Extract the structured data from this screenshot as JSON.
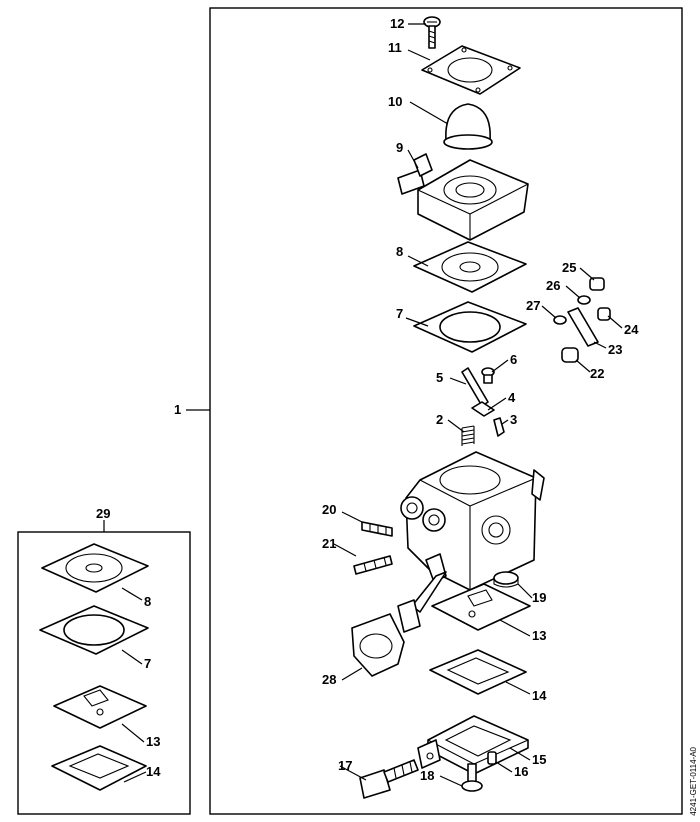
{
  "diagram": {
    "callouts": [
      {
        "id": "c12",
        "label": "12"
      },
      {
        "id": "c11",
        "label": "11"
      },
      {
        "id": "c10",
        "label": "10"
      },
      {
        "id": "c9",
        "label": "9"
      },
      {
        "id": "c8",
        "label": "8"
      },
      {
        "id": "c7",
        "label": "7"
      },
      {
        "id": "c6",
        "label": "6"
      },
      {
        "id": "c5",
        "label": "5"
      },
      {
        "id": "c4",
        "label": "4"
      },
      {
        "id": "c3",
        "label": "3"
      },
      {
        "id": "c2",
        "label": "2"
      },
      {
        "id": "c1",
        "label": "1"
      },
      {
        "id": "c25",
        "label": "25"
      },
      {
        "id": "c26",
        "label": "26"
      },
      {
        "id": "c27",
        "label": "27"
      },
      {
        "id": "c24",
        "label": "24"
      },
      {
        "id": "c23",
        "label": "23"
      },
      {
        "id": "c22",
        "label": "22"
      },
      {
        "id": "c20",
        "label": "20"
      },
      {
        "id": "c21",
        "label": "21"
      },
      {
        "id": "c19",
        "label": "19"
      },
      {
        "id": "c13",
        "label": "13"
      },
      {
        "id": "c28",
        "label": "28"
      },
      {
        "id": "c14",
        "label": "14"
      },
      {
        "id": "c15",
        "label": "15"
      },
      {
        "id": "c16",
        "label": "16"
      },
      {
        "id": "c17",
        "label": "17"
      },
      {
        "id": "c18",
        "label": "18"
      },
      {
        "id": "c29",
        "label": "29"
      },
      {
        "id": "k8",
        "label": "8"
      },
      {
        "id": "k7",
        "label": "7"
      },
      {
        "id": "k13",
        "label": "13"
      },
      {
        "id": "k14",
        "label": "14"
      }
    ],
    "side_code": "4241-GET-0114-A0"
  }
}
